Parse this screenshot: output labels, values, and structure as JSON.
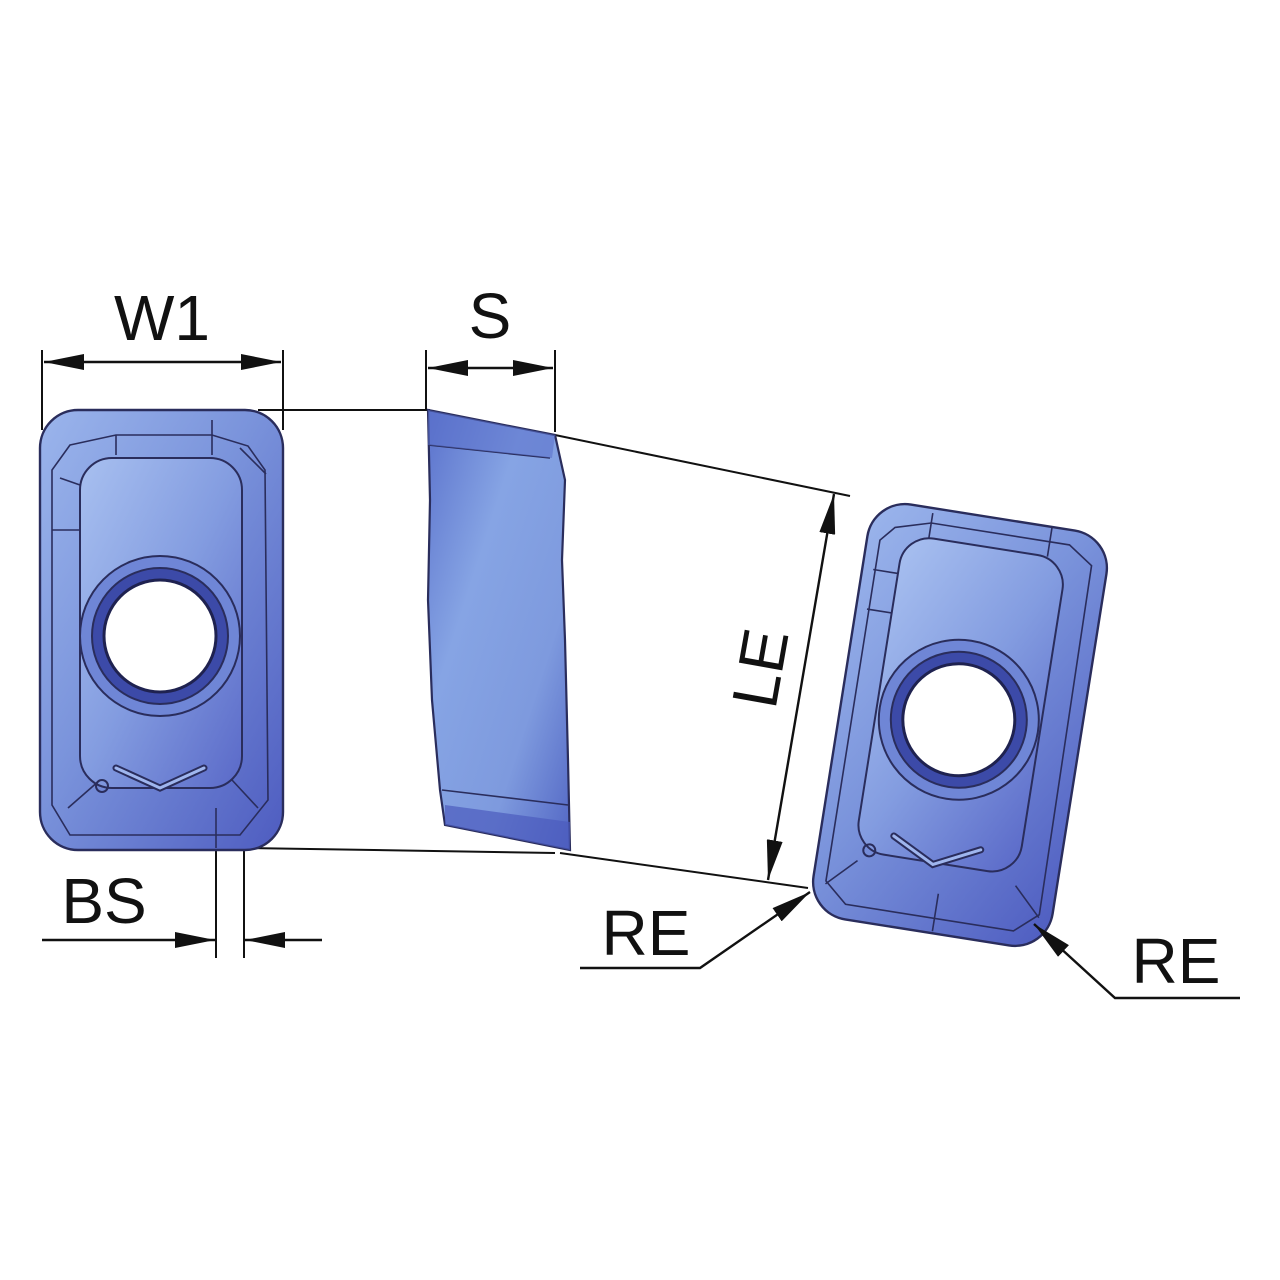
{
  "labels": {
    "w1": "W1",
    "s": "S",
    "le": "LE",
    "bs": "BS",
    "re_left": "RE",
    "re_right": "RE"
  },
  "colors": {
    "insert_light": "#8fa9e6",
    "insert_mid": "#6f86d6",
    "insert_dark": "#4c5cbc",
    "outline": "#2a2d5c",
    "dimension": "#111111",
    "background": "#ffffff"
  }
}
